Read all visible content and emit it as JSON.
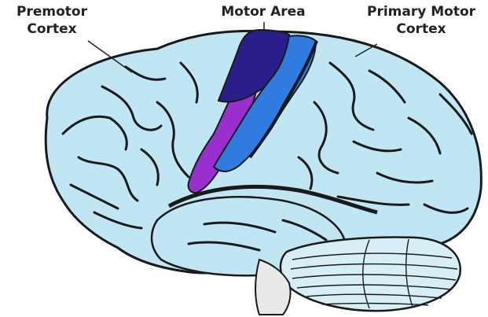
{
  "labels": {
    "premotor_line1": "Premotor",
    "premotor_line2": "Cortex",
    "motor_area": "Motor Area",
    "primary_line1": "Primary Motor",
    "primary_line2": "Cortex"
  },
  "colors": {
    "background": "#ffffff",
    "brain_fill": "#bfe6f2",
    "sulci": "#1a1a1a",
    "premotor_region": "#9a2fcf",
    "motor_area_region": "#2a1f8a",
    "primary_motor_region": "#2f7be0",
    "cerebellum": "#d6eef6",
    "text": "#222222"
  }
}
